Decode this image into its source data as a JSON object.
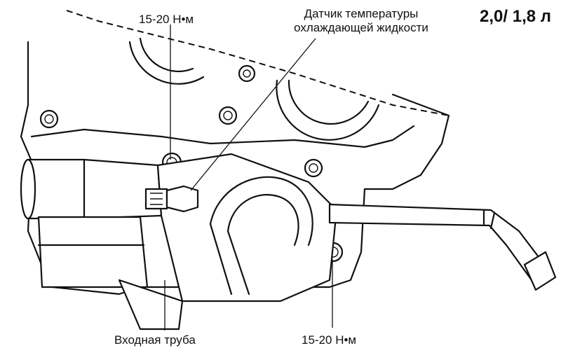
{
  "engine": "2,0/ 1,8 л",
  "labels": {
    "torque_top": "15-20 Н•м",
    "sensor_line1": "Датчик температуры",
    "sensor_line2": "охлаждающей жидкости",
    "inlet_pipe": "Входная труба",
    "torque_bottom": "15-20 Н•м"
  }
}
